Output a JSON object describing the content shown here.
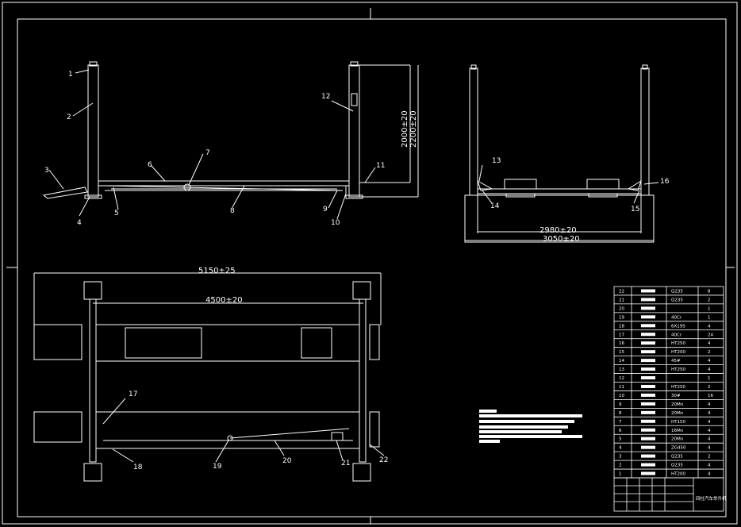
{
  "dimensions": {
    "height_a": "2000±20",
    "height_b": "2200±20",
    "width_inner": "2980±20",
    "width_outer": "3050±20",
    "length_outer": "5150±25",
    "length_inner": "4500±20"
  },
  "callouts": [
    "1",
    "2",
    "3",
    "4",
    "5",
    "6",
    "7",
    "8",
    "9",
    "10",
    "11",
    "12",
    "13",
    "14",
    "15",
    "16",
    "17",
    "18",
    "19",
    "20",
    "21",
    "22"
  ],
  "parts_table": {
    "rows": [
      {
        "no": "22",
        "mat": "Q235",
        "qty": "8"
      },
      {
        "no": "21",
        "mat": "Q235",
        "qty": "2"
      },
      {
        "no": "20",
        "mat": "",
        "qty": "1"
      },
      {
        "no": "19",
        "mat": "40Cr",
        "qty": "1"
      },
      {
        "no": "18",
        "mat": "6X19S",
        "qty": "4"
      },
      {
        "no": "17",
        "mat": "40Cr",
        "qty": "24"
      },
      {
        "no": "16",
        "mat": "HT250",
        "qty": "4"
      },
      {
        "no": "15",
        "mat": "HT200",
        "qty": "2"
      },
      {
        "no": "14",
        "mat": "45#",
        "qty": "4"
      },
      {
        "no": "13",
        "mat": "HT250",
        "qty": "4"
      },
      {
        "no": "12",
        "mat": "",
        "qty": "1"
      },
      {
        "no": "11",
        "mat": "HT250",
        "qty": "2"
      },
      {
        "no": "10",
        "mat": "30#",
        "qty": "16"
      },
      {
        "no": "9",
        "mat": "20Mn",
        "qty": "4"
      },
      {
        "no": "8",
        "mat": "20Mn",
        "qty": "4"
      },
      {
        "no": "7",
        "mat": "HT150",
        "qty": "4"
      },
      {
        "no": "6",
        "mat": "16Mn",
        "qty": "4"
      },
      {
        "no": "5",
        "mat": "20Mn",
        "qty": "4"
      },
      {
        "no": "4",
        "mat": "ZG450",
        "qty": "4"
      },
      {
        "no": "3",
        "mat": "Q235",
        "qty": "2"
      },
      {
        "no": "2",
        "mat": "Q235",
        "qty": "4"
      },
      {
        "no": "1",
        "mat": "HT200",
        "qty": "4"
      }
    ]
  },
  "title_block": {
    "title": "四柱汽车举升机"
  },
  "colors": {
    "background": "#000000",
    "lines": "#ffffff"
  }
}
